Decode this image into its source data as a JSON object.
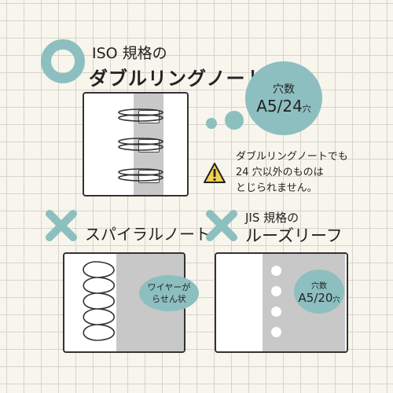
{
  "heading": {
    "line1": "ISO 規格の",
    "line2": "ダブルリングノート"
  },
  "hole_bubble_double": {
    "label": "穴数",
    "value": "A5/24",
    "unit": "穴"
  },
  "warning": {
    "icon": "warning-icon",
    "line1": "ダブルリングノートでも",
    "line2": "24 穴以外のものは",
    "line3": "とじられません。"
  },
  "spiral": {
    "icon": "cross-icon",
    "title": "スパイラルノート",
    "bubble_line1": "ワイヤーが",
    "bubble_line2": "らせん状"
  },
  "loose_leaf": {
    "icon": "cross-icon",
    "title_line1": "JIS 規格の",
    "title_line2": "ルーズリーフ",
    "bubble_label": "穴数",
    "bubble_value": "A5/20",
    "bubble_unit": "穴"
  },
  "colors": {
    "accent": "#8dbfc0",
    "background": "#f7f5ec",
    "grid": "#d6d4cd",
    "band": "#c8c8c8",
    "warning": "#f2d24a"
  }
}
